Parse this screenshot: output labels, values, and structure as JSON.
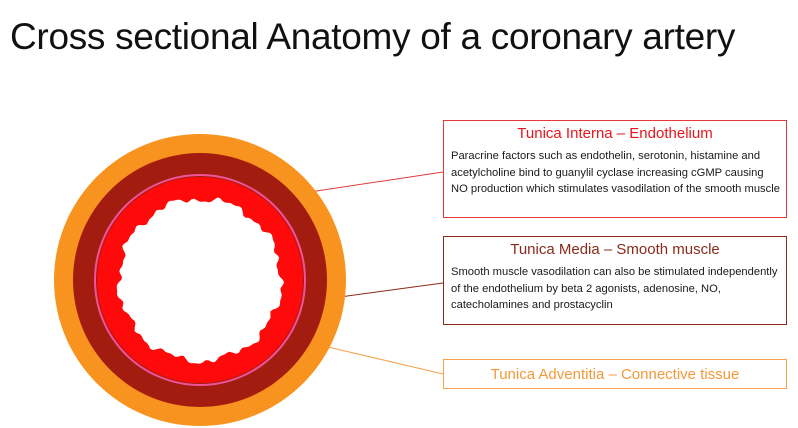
{
  "title": "Cross sectional Anatomy of a coronary artery",
  "layers": {
    "interna": {
      "heading": "Tunica Interna – Endothelium",
      "body": "Paracrine factors such as endothelin, serotonin, histamine and acetylcholine bind to guanylil cyclase increasing cGMP causing NO production which stimulates vasodilation of the smooth muscle",
      "color": "#ff0a0a"
    },
    "media": {
      "heading": "Tunica Media – Smooth muscle",
      "body": "Smooth muscle vasodilation can also be stimulated independently of the endothelium by beta 2 agonists, adenosine, NO, catecholamines and prostacyclin",
      "color": "#a31c10"
    },
    "adventitia": {
      "heading": "Tunica Adventitia – Connective tissue",
      "color": "#f7931e"
    }
  },
  "colors": {
    "endothelium_border": "#f0539a",
    "lumen": "#ffffff"
  }
}
